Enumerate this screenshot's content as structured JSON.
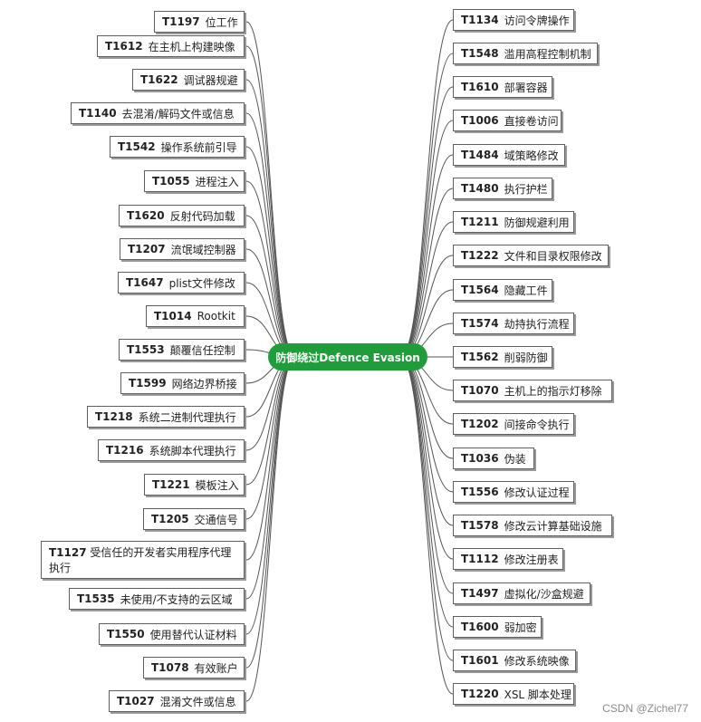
{
  "center": {
    "label": "防御绕过Defence Evasion"
  },
  "left_nodes": [
    {
      "code": "T1197",
      "label": "位工作"
    },
    {
      "code": "T1612",
      "label": "在主机上构建映像"
    },
    {
      "code": "T1622",
      "label": "调试器规避"
    },
    {
      "code": "T1140",
      "label": "去混淆/解码文件或信息"
    },
    {
      "code": "T1542",
      "label": "操作系统前引导"
    },
    {
      "code": "T1055",
      "label": "进程注入"
    },
    {
      "code": "T1620",
      "label": "反射代码加载"
    },
    {
      "code": "T1207",
      "label": "流氓域控制器"
    },
    {
      "code": "T1647",
      "label": "plist文件修改"
    },
    {
      "code": "T1014",
      "label": "Rootkit"
    },
    {
      "code": "T1553",
      "label": "颠覆信任控制"
    },
    {
      "code": "T1599",
      "label": "网络边界桥接"
    },
    {
      "code": "T1218",
      "label": "系统二进制代理执行"
    },
    {
      "code": "T1216",
      "label": "系统脚本代理执行"
    },
    {
      "code": "T1221",
      "label": "模板注入"
    },
    {
      "code": "T1205",
      "label": "交通信号"
    },
    {
      "code": "T1127",
      "label": "受信任的开发者实用程序代理",
      "label2": "执行"
    },
    {
      "code": "T1535",
      "label": "未使用/不支持的云区域"
    },
    {
      "code": "T1550",
      "label": "使用替代认证材料"
    },
    {
      "code": "T1078",
      "label": "有效账户"
    },
    {
      "code": "T1027",
      "label": "混淆文件或信息"
    }
  ],
  "right_nodes": [
    {
      "code": "T1134",
      "label": "访问令牌操作"
    },
    {
      "code": "T1548",
      "label": "滥用高程控制机制"
    },
    {
      "code": "T1610",
      "label": "部署容器"
    },
    {
      "code": "T1006",
      "label": "直接卷访问"
    },
    {
      "code": "T1484",
      "label": "域策略修改"
    },
    {
      "code": "T1480",
      "label": "执行护栏"
    },
    {
      "code": "T1211",
      "label": "防御规避利用"
    },
    {
      "code": "T1222",
      "label": "文件和目录权限修改"
    },
    {
      "code": "T1564",
      "label": "隐藏工件"
    },
    {
      "code": "T1574",
      "label": "劫持执行流程"
    },
    {
      "code": "T1562",
      "label": "削弱防御"
    },
    {
      "code": "T1070",
      "label": "主机上的指示灯移除"
    },
    {
      "code": "T1202",
      "label": "间接命令执行"
    },
    {
      "code": "T1036",
      "label": "伪装"
    },
    {
      "code": "T1556",
      "label": "修改认证过程"
    },
    {
      "code": "T1578",
      "label": "修改云计算基础设施"
    },
    {
      "code": "T1112",
      "label": "修改注册表"
    },
    {
      "code": "T1497",
      "label": "虚拟化/沙盒规避"
    },
    {
      "code": "T1600",
      "label": "弱加密"
    },
    {
      "code": "T1601",
      "label": "修改系统映像"
    },
    {
      "code": "T1220",
      "label": "XSL 脚本处理"
    }
  ],
  "watermark": "CSDN @Zichel77",
  "colors": {
    "center_fill": "#1f9d3b",
    "line": "#555555",
    "border": "#5f5f5f"
  }
}
